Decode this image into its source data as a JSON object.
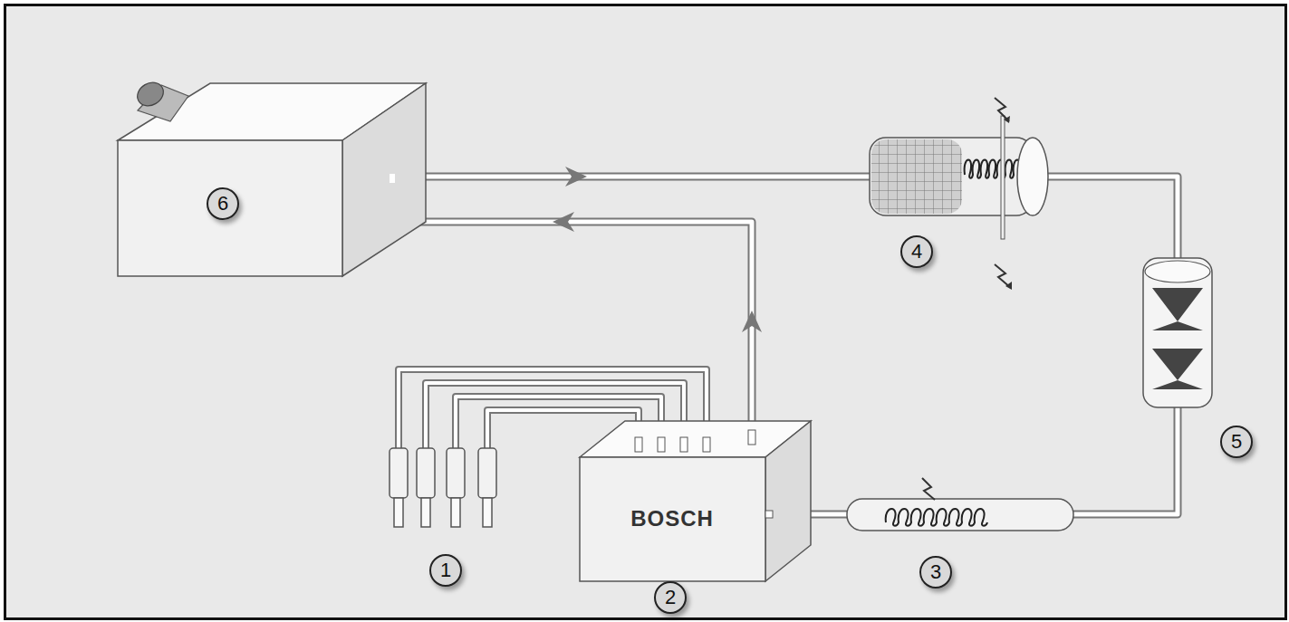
{
  "diagram": {
    "nodes": [
      {
        "text": [
          "6"
        ]
      },
      {
        "text": [
          "BOSCH"
        ]
      }
    ],
    "edges": [
      {
        "from": 1,
        "to": 0,
        "arrow": "to"
      }
    ],
    "labels": [
      "1",
      "2",
      "3",
      "4",
      "5"
    ]
  }
}
